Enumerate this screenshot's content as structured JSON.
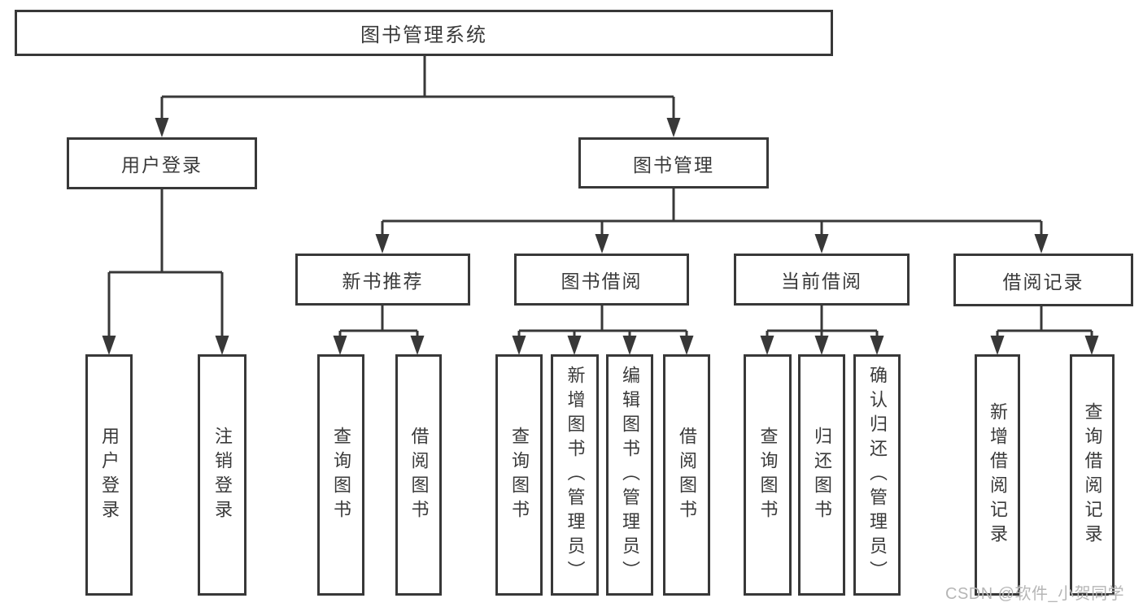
{
  "diagram": {
    "title": "图书管理系统",
    "level2": [
      {
        "id": "user-login",
        "label": "用户登录"
      },
      {
        "id": "book-management",
        "label": "图书管理"
      }
    ],
    "level3": [
      {
        "id": "new-book-recommend",
        "label": "新书推荐"
      },
      {
        "id": "book-borrow",
        "label": "图书借阅"
      },
      {
        "id": "current-borrow",
        "label": "当前借阅"
      },
      {
        "id": "borrow-record",
        "label": "借阅记录"
      }
    ],
    "leaves": [
      {
        "id": "user-login-leaf",
        "label": "用户登录"
      },
      {
        "id": "logout-leaf",
        "label": "注销登录"
      },
      {
        "id": "query-book-recommend",
        "label": "查询图书"
      },
      {
        "id": "borrow-book-recommend",
        "label": "借阅图书"
      },
      {
        "id": "query-book-borrow",
        "label": "查询图书"
      },
      {
        "id": "add-book-admin",
        "label": "新增图书（管理员）"
      },
      {
        "id": "edit-book-admin",
        "label": "编辑图书（管理员）"
      },
      {
        "id": "borrow-book-borrow",
        "label": "借阅图书"
      },
      {
        "id": "query-book-current",
        "label": "查询图书"
      },
      {
        "id": "return-book",
        "label": "归还图书"
      },
      {
        "id": "confirm-return-admin",
        "label": "确认归还（管理员）"
      },
      {
        "id": "add-borrow-record",
        "label": "新增借阅记录"
      },
      {
        "id": "query-borrow-record",
        "label": "查询借阅记录"
      }
    ],
    "watermark": "CSDN @软件_小贺同学",
    "colors": {
      "line": "#383838",
      "text": "#3a3a3a",
      "watermark": "#b6b6b6",
      "background": "#ffffff"
    }
  }
}
